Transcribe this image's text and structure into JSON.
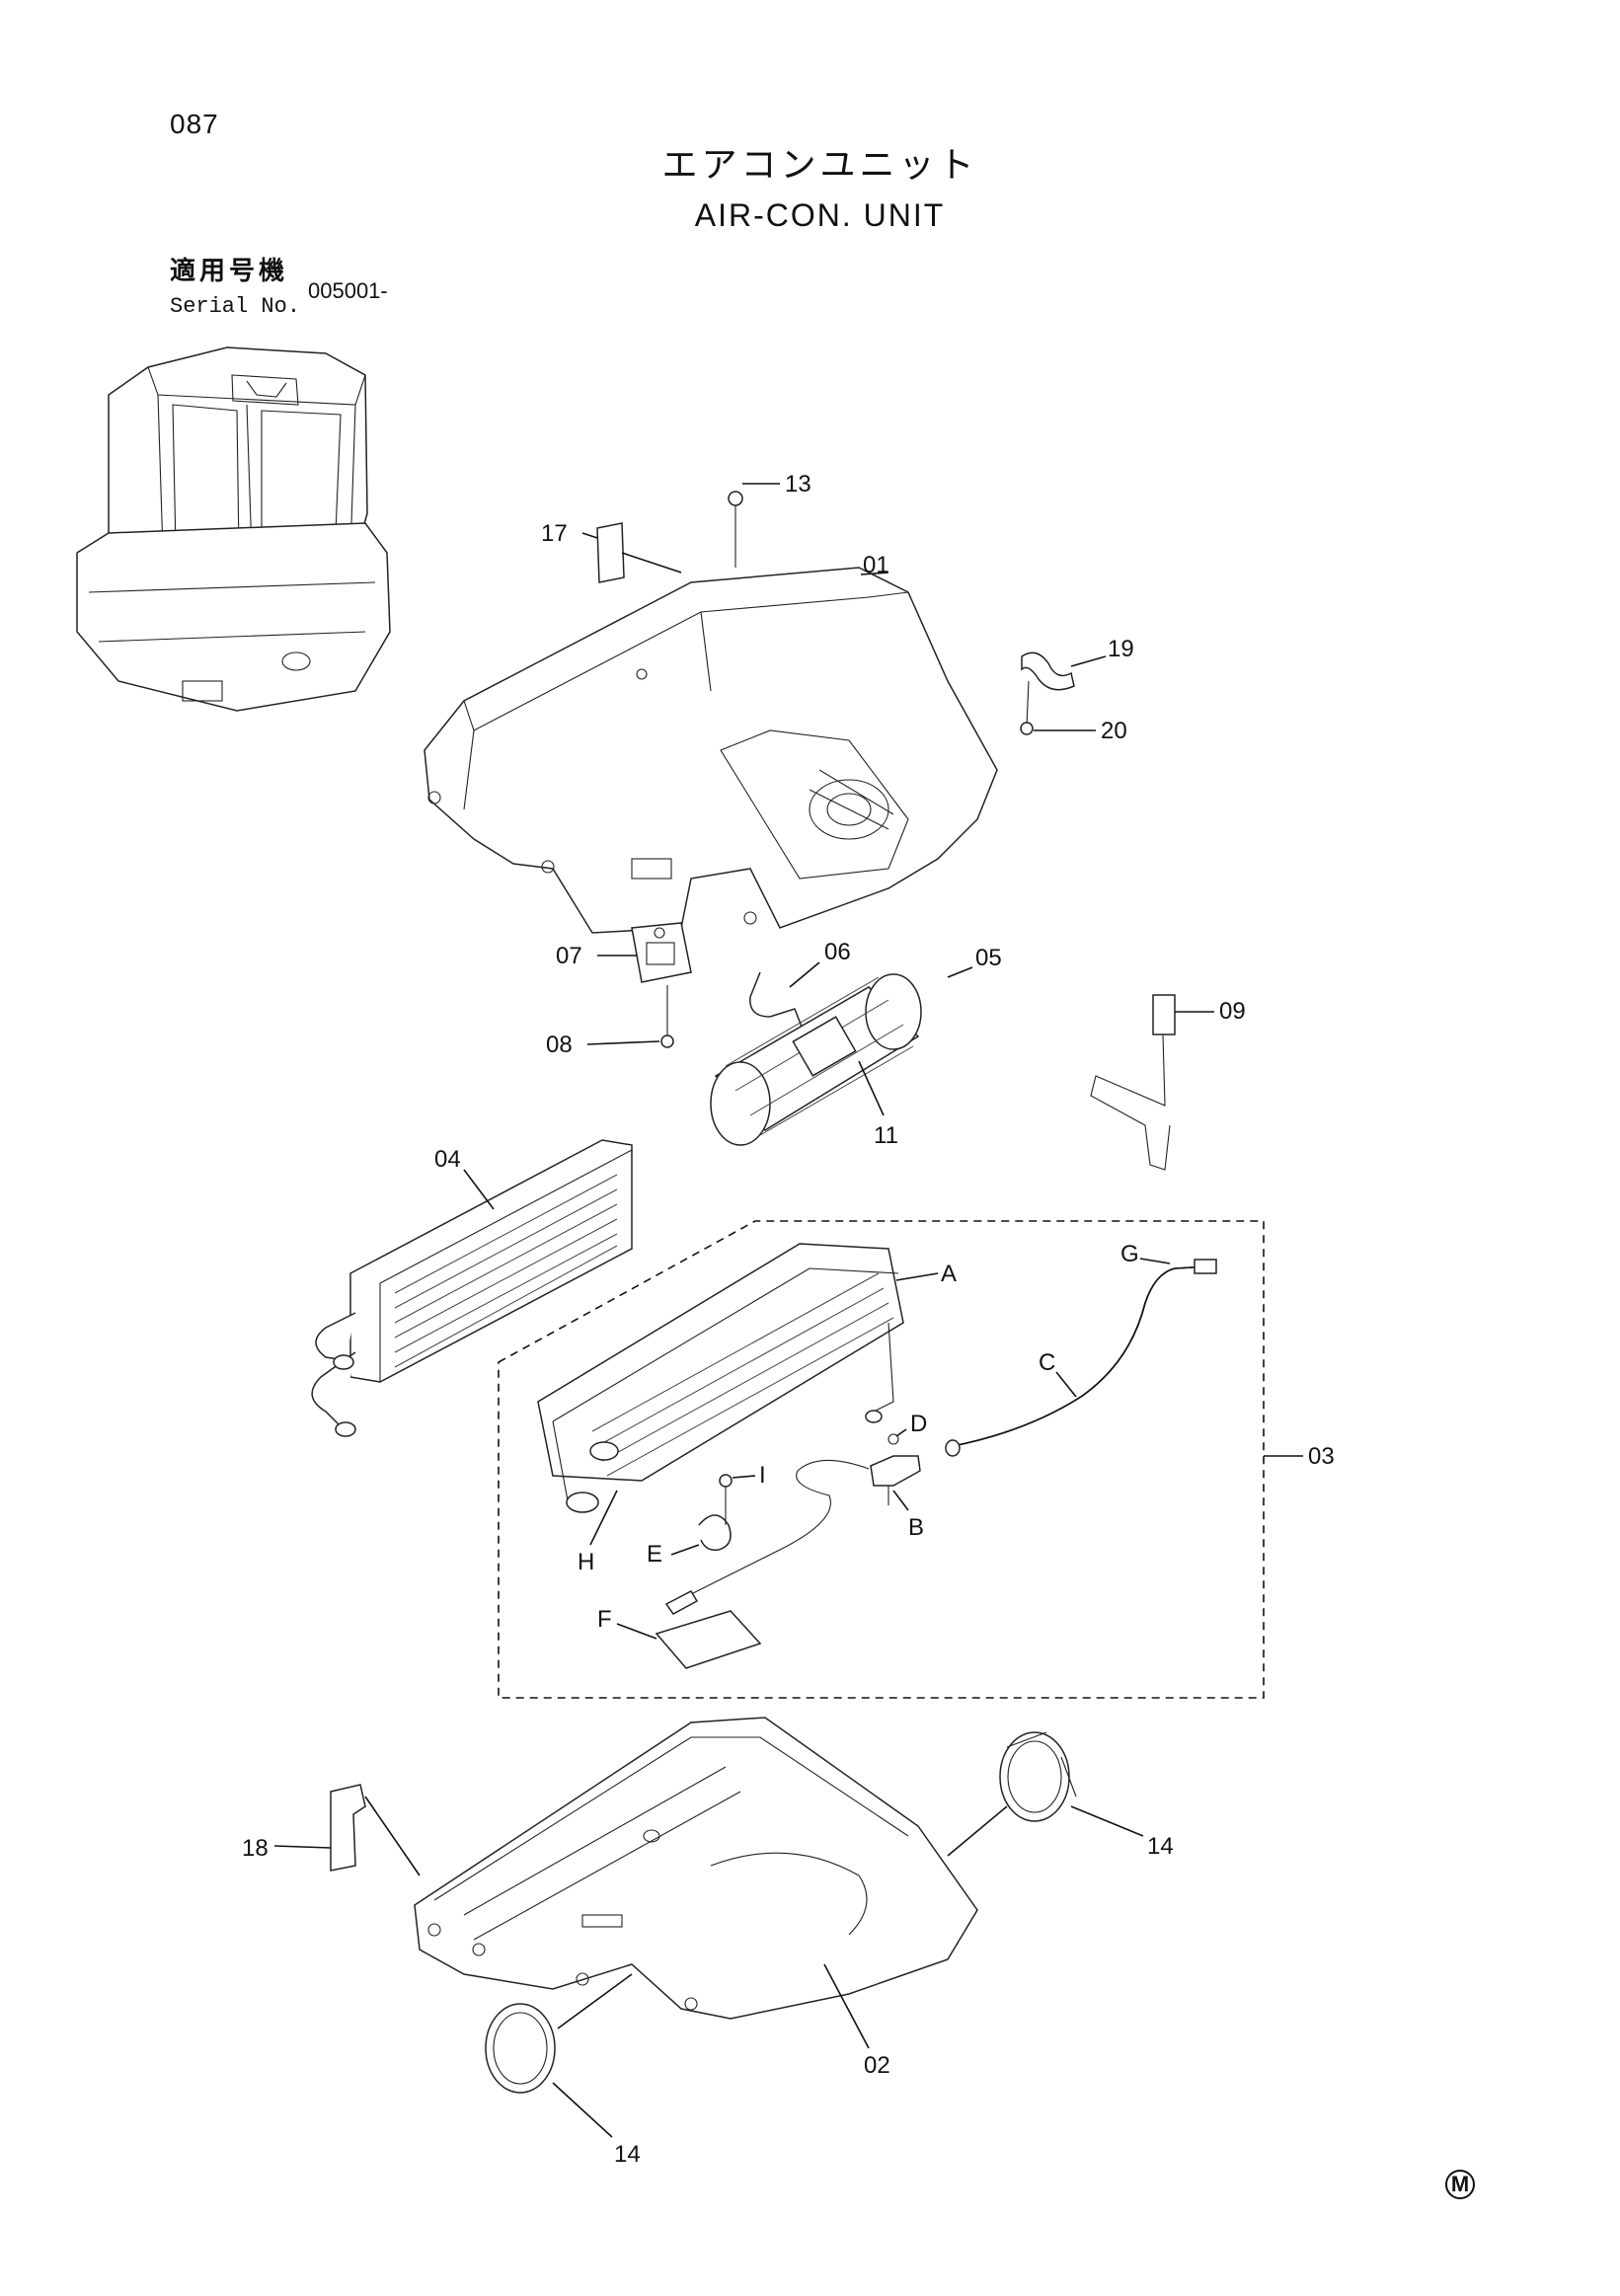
{
  "header": {
    "page_number": "087",
    "title_ja": "エアコンユニット",
    "title_en": "AIR-CON. UNIT",
    "serial_label_ja": "適用号機",
    "serial_label_en": "Serial No.",
    "serial_value": "005001-"
  },
  "callouts": {
    "p01": "01",
    "p02": "02",
    "p03": "03",
    "p04": "04",
    "p05": "05",
    "p06": "06",
    "p07": "07",
    "p08": "08",
    "p09": "09",
    "p11": "11",
    "p13": "13",
    "p14a": "14",
    "p14b": "14",
    "p17": "17",
    "p18": "18",
    "p19": "19",
    "p20": "20",
    "pA": "A",
    "pB": "B",
    "pC": "C",
    "pD": "D",
    "pE": "E",
    "pF": "F",
    "pG": "G",
    "pH": "H",
    "pI": "I"
  },
  "footer": {
    "maker_mark": "M"
  }
}
